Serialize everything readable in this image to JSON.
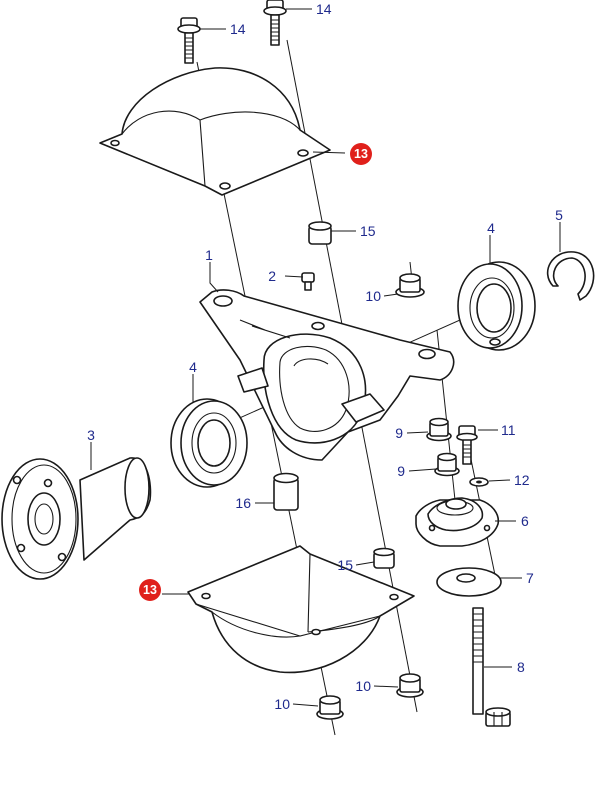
{
  "diagram": {
    "label_color": "#1f2a8c",
    "badge_color": "#e0201b",
    "callouts": [
      {
        "id": "c14a",
        "text": "14"
      },
      {
        "id": "c14b",
        "text": "14"
      },
      {
        "id": "c13a",
        "text": "13"
      },
      {
        "id": "c15a",
        "text": "15"
      },
      {
        "id": "c1",
        "text": "1"
      },
      {
        "id": "c2",
        "text": "2"
      },
      {
        "id": "c10a",
        "text": "10"
      },
      {
        "id": "c4a",
        "text": "4"
      },
      {
        "id": "c5",
        "text": "5"
      },
      {
        "id": "c4b",
        "text": "4"
      },
      {
        "id": "c3",
        "text": "3"
      },
      {
        "id": "c9a",
        "text": "9"
      },
      {
        "id": "c11",
        "text": "11"
      },
      {
        "id": "c9b",
        "text": "9"
      },
      {
        "id": "c12",
        "text": "12"
      },
      {
        "id": "c16",
        "text": "16"
      },
      {
        "id": "c6",
        "text": "6"
      },
      {
        "id": "c15b",
        "text": "15"
      },
      {
        "id": "c7",
        "text": "7"
      },
      {
        "id": "c13b",
        "text": "13"
      },
      {
        "id": "c8",
        "text": "8"
      },
      {
        "id": "c10b",
        "text": "10"
      },
      {
        "id": "c10c",
        "text": "10"
      }
    ]
  }
}
